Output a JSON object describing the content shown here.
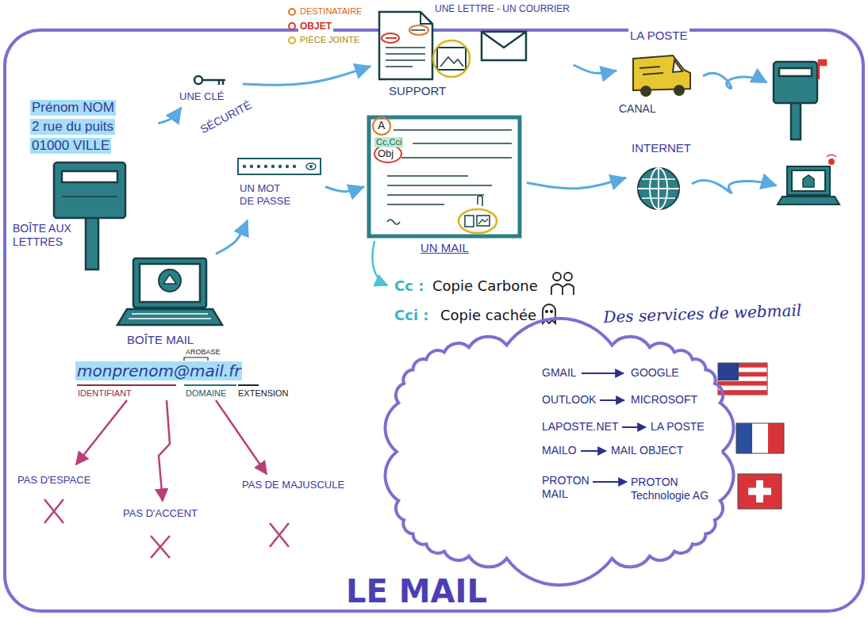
{
  "diagram": {
    "title": "LE MAIL",
    "nodes": [
      {
        "text": [
          "Prénom NOM",
          "2 rue du puits",
          "01000 VILLE",
          "BOÎTE AUX LETTRES"
        ]
      },
      {
        "text": [
          "BOÎTE MAIL"
        ]
      },
      {
        "text": [
          "UNE CLÉ"
        ]
      },
      {
        "text": [
          "UN MOT DE PASSE"
        ]
      },
      {
        "text": [
          "UNE LETTRE - UN COURRIER",
          "SUPPORT"
        ]
      },
      {
        "text": [
          "A",
          "Cc,Cci",
          "Obj",
          "UN MAIL"
        ]
      },
      {
        "text": [
          "LA POSTE",
          "CANAL"
        ]
      },
      {
        "text": [
          "INTERNET"
        ]
      },
      {
        "text": [
          "Des services de webmail",
          "GMAIL",
          "GOOGLE",
          "OUTLOOK",
          "MICROSOFT",
          "LAPOSTE.NET",
          "LA POSTE",
          "MAILO",
          "MAIL OBJECT",
          "PROTON MAIL",
          "PROTON Technologie AG"
        ]
      }
    ],
    "edges": [
      {
        "from": 0,
        "to": 2,
        "arrow": "to"
      },
      {
        "from": 1,
        "to": 3,
        "arrow": "to"
      },
      {
        "from": 2,
        "to": 4,
        "arrow": "to"
      },
      {
        "from": 3,
        "to": 5,
        "arrow": "to"
      },
      {
        "from": 4,
        "to": 6,
        "arrow": "to"
      },
      {
        "from": 5,
        "to": 7,
        "arrow": "to"
      }
    ],
    "labels": [
      "SÉCURITÉ",
      "monprenom@mail.fr",
      "AROBASE",
      "IDENTIFIANT",
      "DOMAINE",
      "EXTENSION",
      "PAS D'ESPACE",
      "PAS D'ACCENT",
      "PAS DE MAJUSCULE",
      "DESTINATAIRE",
      "OBJET",
      "PIÈCE JOINTE",
      "Cc :",
      "Copie Carbone",
      "Cci :",
      "Copie cachée"
    ]
  }
}
